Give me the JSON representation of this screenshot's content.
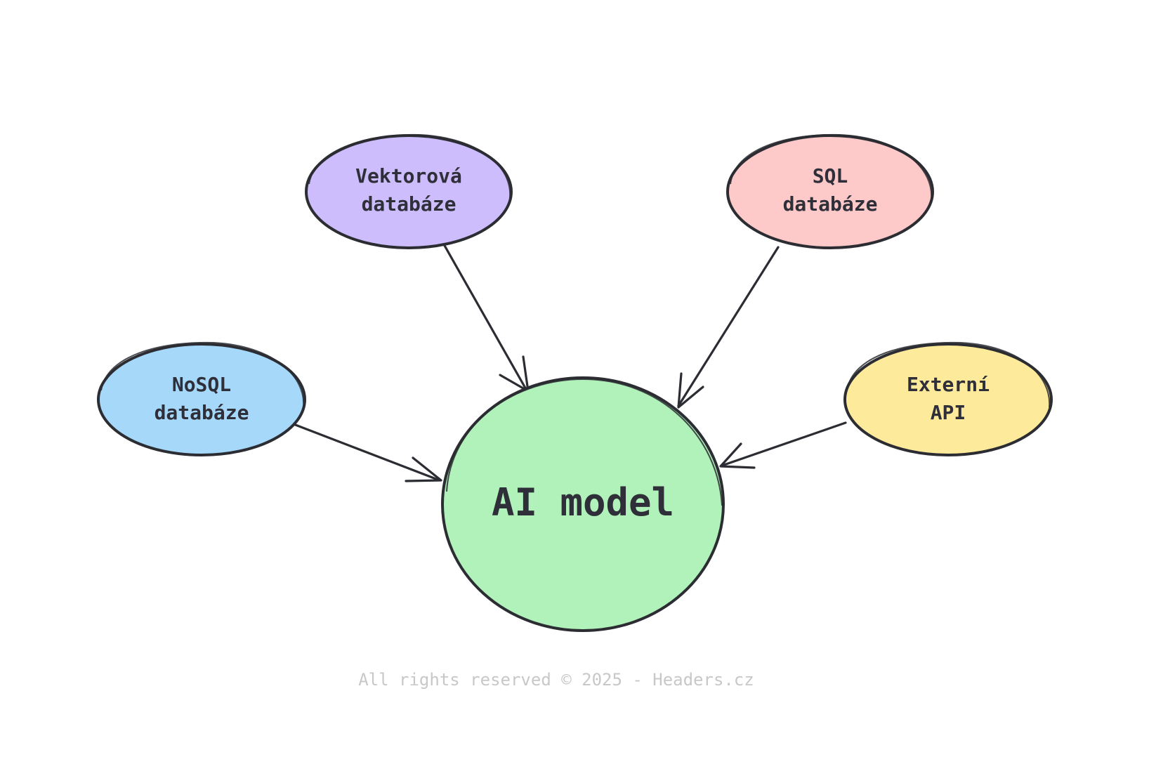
{
  "nodes": {
    "vector_db": {
      "line1": "Vektorová",
      "line2": "databáze",
      "color": "#cdbdfc"
    },
    "sql_db": {
      "line1": "SQL",
      "line2": "databáze",
      "color": "#fdc9c9"
    },
    "nosql_db": {
      "line1": "NoSQL",
      "line2": "databáze",
      "color": "#a6d8fa"
    },
    "external_api": {
      "line1": "Externí",
      "line2": "API",
      "color": "#feea9b"
    },
    "ai_model": {
      "label": "AI model",
      "color": "#b1f2bb"
    }
  },
  "footer": {
    "text": "All rights reserved © 2025 - Headers.cz"
  },
  "stroke_color": "#2b2d33"
}
